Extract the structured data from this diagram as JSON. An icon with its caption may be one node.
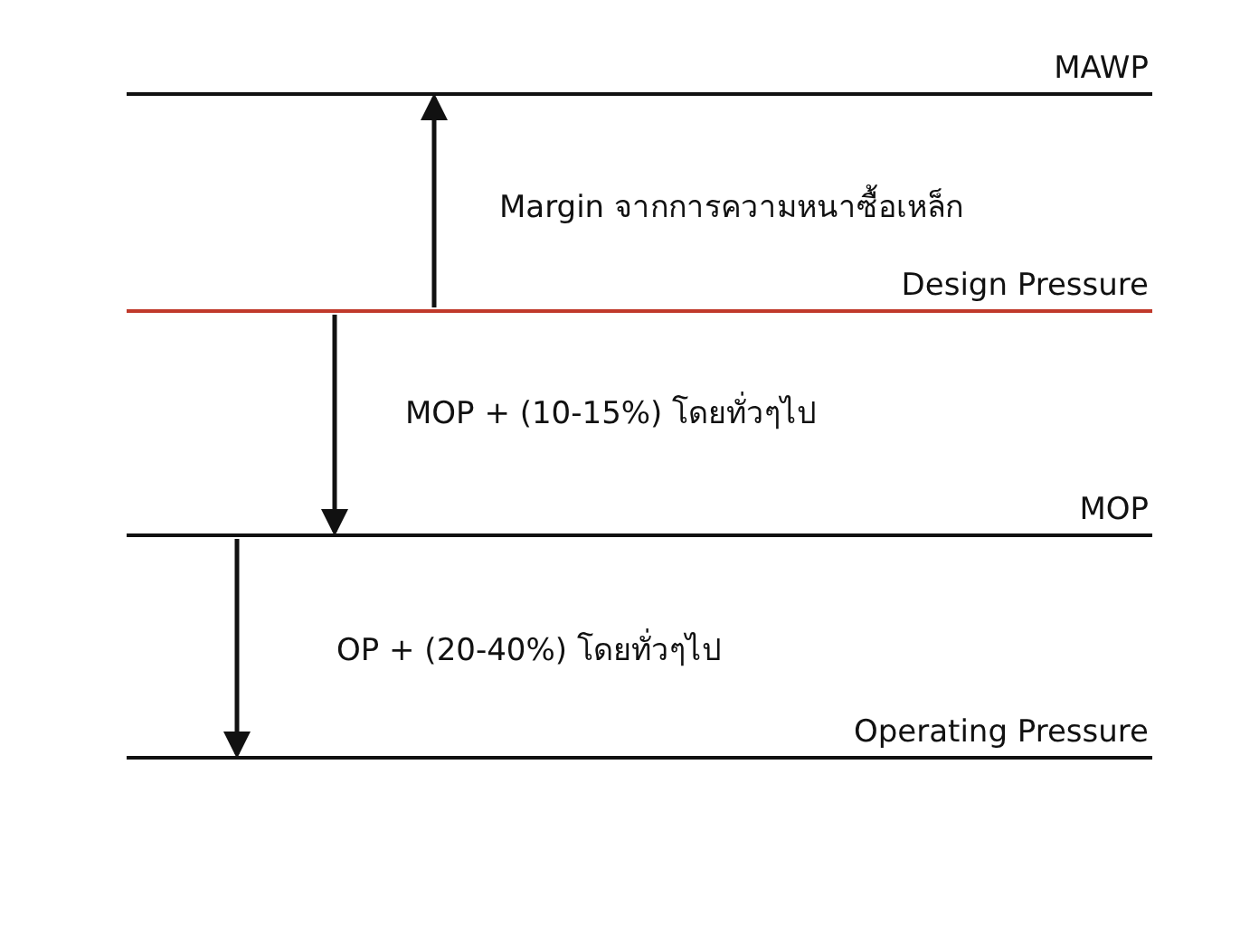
{
  "diagram": {
    "nodes": [
      {
        "text": [
          "MAWP"
        ]
      },
      {
        "text": [
          "Design Pressure"
        ]
      },
      {
        "text": [
          "MOP"
        ]
      },
      {
        "text": [
          "Operating Pressure"
        ]
      }
    ],
    "edges": [
      {
        "from": 1,
        "to": 0,
        "arrow": "to",
        "label": "Margin จากการความหนาซื้อเหล็ก"
      },
      {
        "from": 1,
        "to": 2,
        "arrow": "to",
        "label": "MOP + (10-15%) โดยทั่วๆไป"
      },
      {
        "from": 2,
        "to": 3,
        "arrow": "to",
        "label": "OP + (20-40%) โดยทั่วๆไป"
      }
    ]
  }
}
